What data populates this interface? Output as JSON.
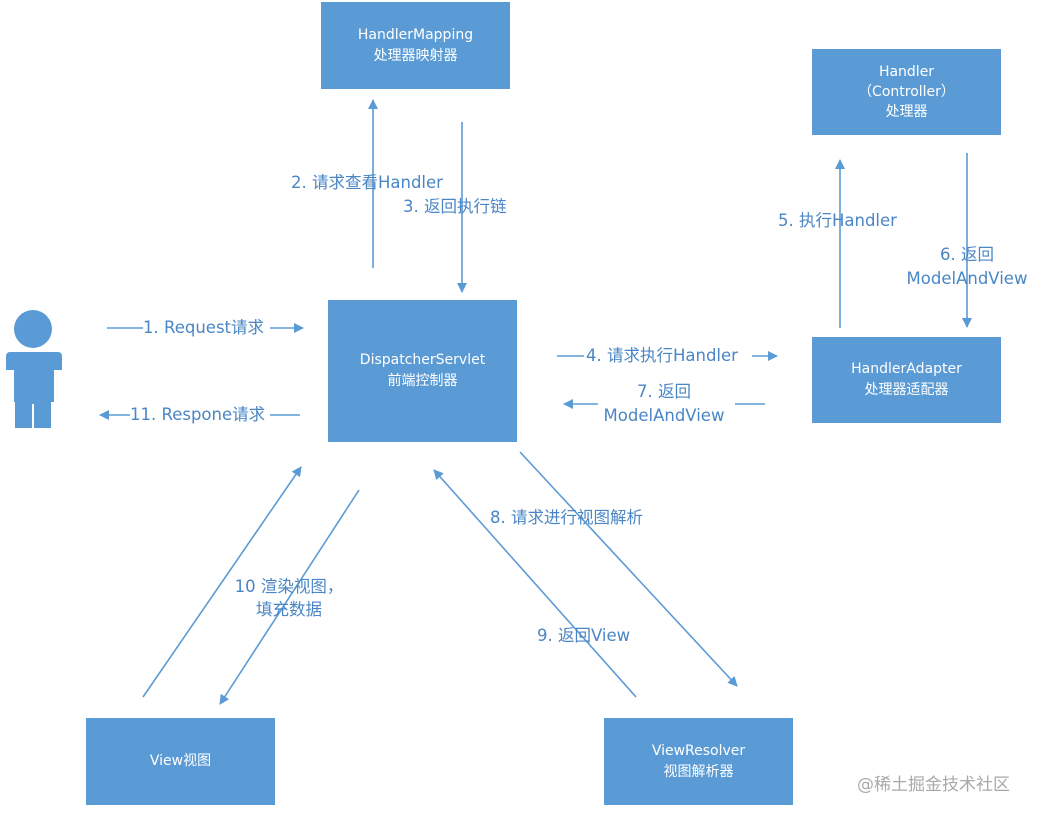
{
  "nodes": {
    "handler_mapping": {
      "line1": "HandlerMapping",
      "line2": "处理器映射器"
    },
    "handler": {
      "line1": "Handler",
      "line2": "（Controller）",
      "line3": "处理器"
    },
    "dispatcher": {
      "line1": "DispatcherServlet",
      "line2": "前端控制器"
    },
    "handler_adapter": {
      "line1": "HandlerAdapter",
      "line2": "处理器适配器"
    },
    "view": {
      "line1": "View视图"
    },
    "view_resolver": {
      "line1": "ViewResolver",
      "line2": "视图解析器"
    }
  },
  "steps": {
    "s1": "1. Request请求",
    "s2": "2. 请求查看Handler",
    "s3": "3. 返回执行链",
    "s4": "4. 请求执行Handler",
    "s5": "5. 执行Handler",
    "s6_line1": "6. 返回",
    "s6_line2": "ModelAndView",
    "s7_line1": "7. 返回",
    "s7_line2": "ModelAndView",
    "s8": "8. 请求进行视图解析",
    "s9": "9. 返回View",
    "s10_line1": "10 渲染视图，",
    "s10_line2": "填充数据",
    "s11": "11. Respone请求"
  },
  "watermark": "@稀土掘金技术社区",
  "colors": {
    "box": "#5b9bd5",
    "arrow": "#5b9bd5",
    "label": "#4a86c5",
    "user": "#5b9bd5"
  }
}
